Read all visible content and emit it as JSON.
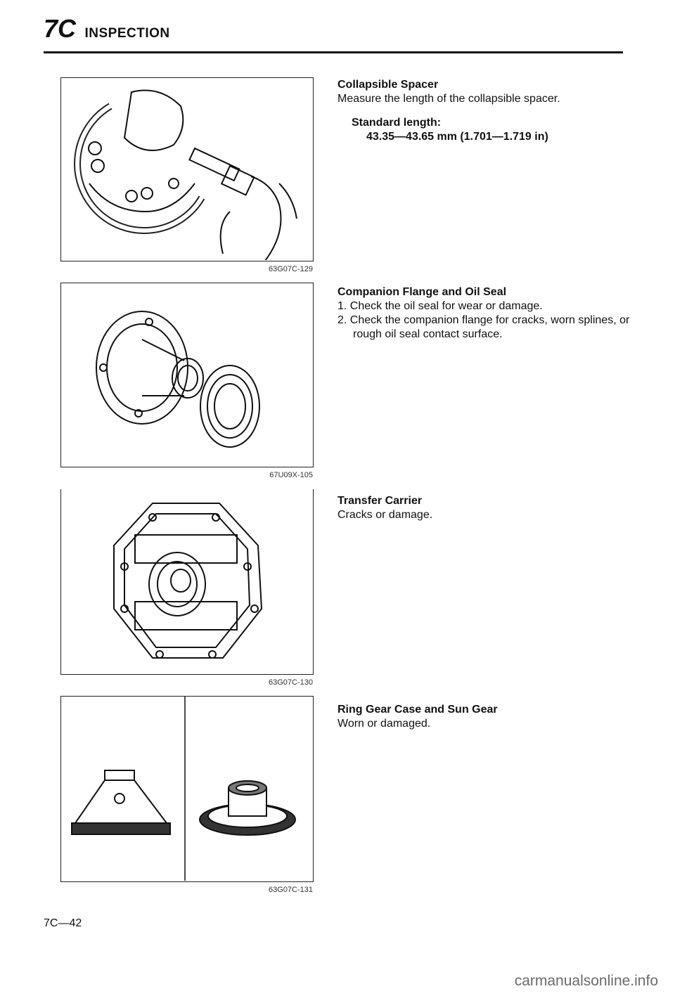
{
  "header": {
    "section_number": "7C",
    "section_title": "INSPECTION"
  },
  "figures": [
    {
      "code": "63G07C-129",
      "depicts": "micrometer measuring collapsible spacer"
    },
    {
      "code": "67U09X-105",
      "depicts": "companion flange and oil seal"
    },
    {
      "code": "63G07C-130",
      "depicts": "transfer carrier"
    },
    {
      "code": "63G07C-131",
      "depicts": "ring gear case and sun gear"
    }
  ],
  "sections": {
    "collapsible_spacer": {
      "title": "Collapsible Spacer",
      "body": "Measure the length of the collapsible spacer.",
      "spec_label": "Standard length:",
      "spec_value": "43.35—43.65 mm (1.701—1.719 in)"
    },
    "companion_flange": {
      "title": "Companion Flange and Oil Seal",
      "steps": [
        "1. Check the oil seal for wear or damage.",
        "2. Check the companion flange for cracks, worn splines, or rough oil seal contact surface."
      ]
    },
    "transfer_carrier": {
      "title": "Transfer Carrier",
      "body": "Cracks or damage."
    },
    "ring_gear": {
      "title": "Ring Gear Case and Sun Gear",
      "body": "Worn or damaged."
    }
  },
  "footer": {
    "page_number": "7C—42"
  },
  "watermark": "carmanualsonline.info"
}
